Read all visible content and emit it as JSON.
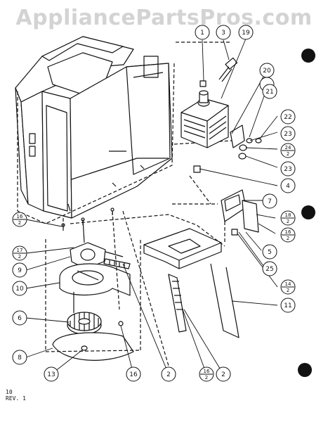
{
  "watermark": "AppliancePartsPros.com",
  "footer": {
    "line1": "10",
    "line2": "REV. 1"
  },
  "callouts": {
    "c1": "1",
    "c3": "3",
    "c19": "19",
    "c20": "20",
    "c21": "21",
    "c22": "22",
    "c23a": "23",
    "c24": "24",
    "c24s": "2",
    "c23b": "23",
    "c4": "4",
    "c7": "7",
    "c18": "18",
    "c18s": "2",
    "c16r": "16",
    "c16rs": "2",
    "c5": "5",
    "c25": "25",
    "c14": "14",
    "c14s": "2",
    "c11": "11",
    "c16l": "16",
    "c16ls": "2",
    "c17": "17",
    "c17s": "2",
    "c9": "9",
    "c10": "10",
    "c6": "6",
    "c8": "8",
    "c13": "13",
    "c16b": "16",
    "c2a": "2",
    "c16m": "16",
    "c16ms": "2",
    "c2b": "2"
  }
}
